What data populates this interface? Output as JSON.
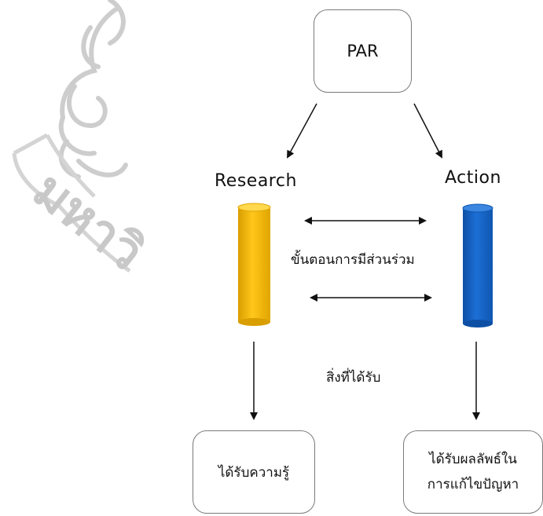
{
  "diagram": {
    "top_node": "PAR",
    "left_column": {
      "heading": "Research",
      "result": "ได้รับความรู้",
      "color": "#F5B800"
    },
    "right_column": {
      "heading": "Action",
      "result_line1": "ได้รับผลลัพธ์ใน",
      "result_line2": "การแก้ไขปัญหา",
      "color": "#1565C0"
    },
    "process_label": "ขั้นตอนการมีส่วนร่วม",
    "received_label": "สิ่งที่ได้รับ"
  },
  "watermark": {
    "text": "มหาวิ",
    "color": "#c8c8c8"
  }
}
